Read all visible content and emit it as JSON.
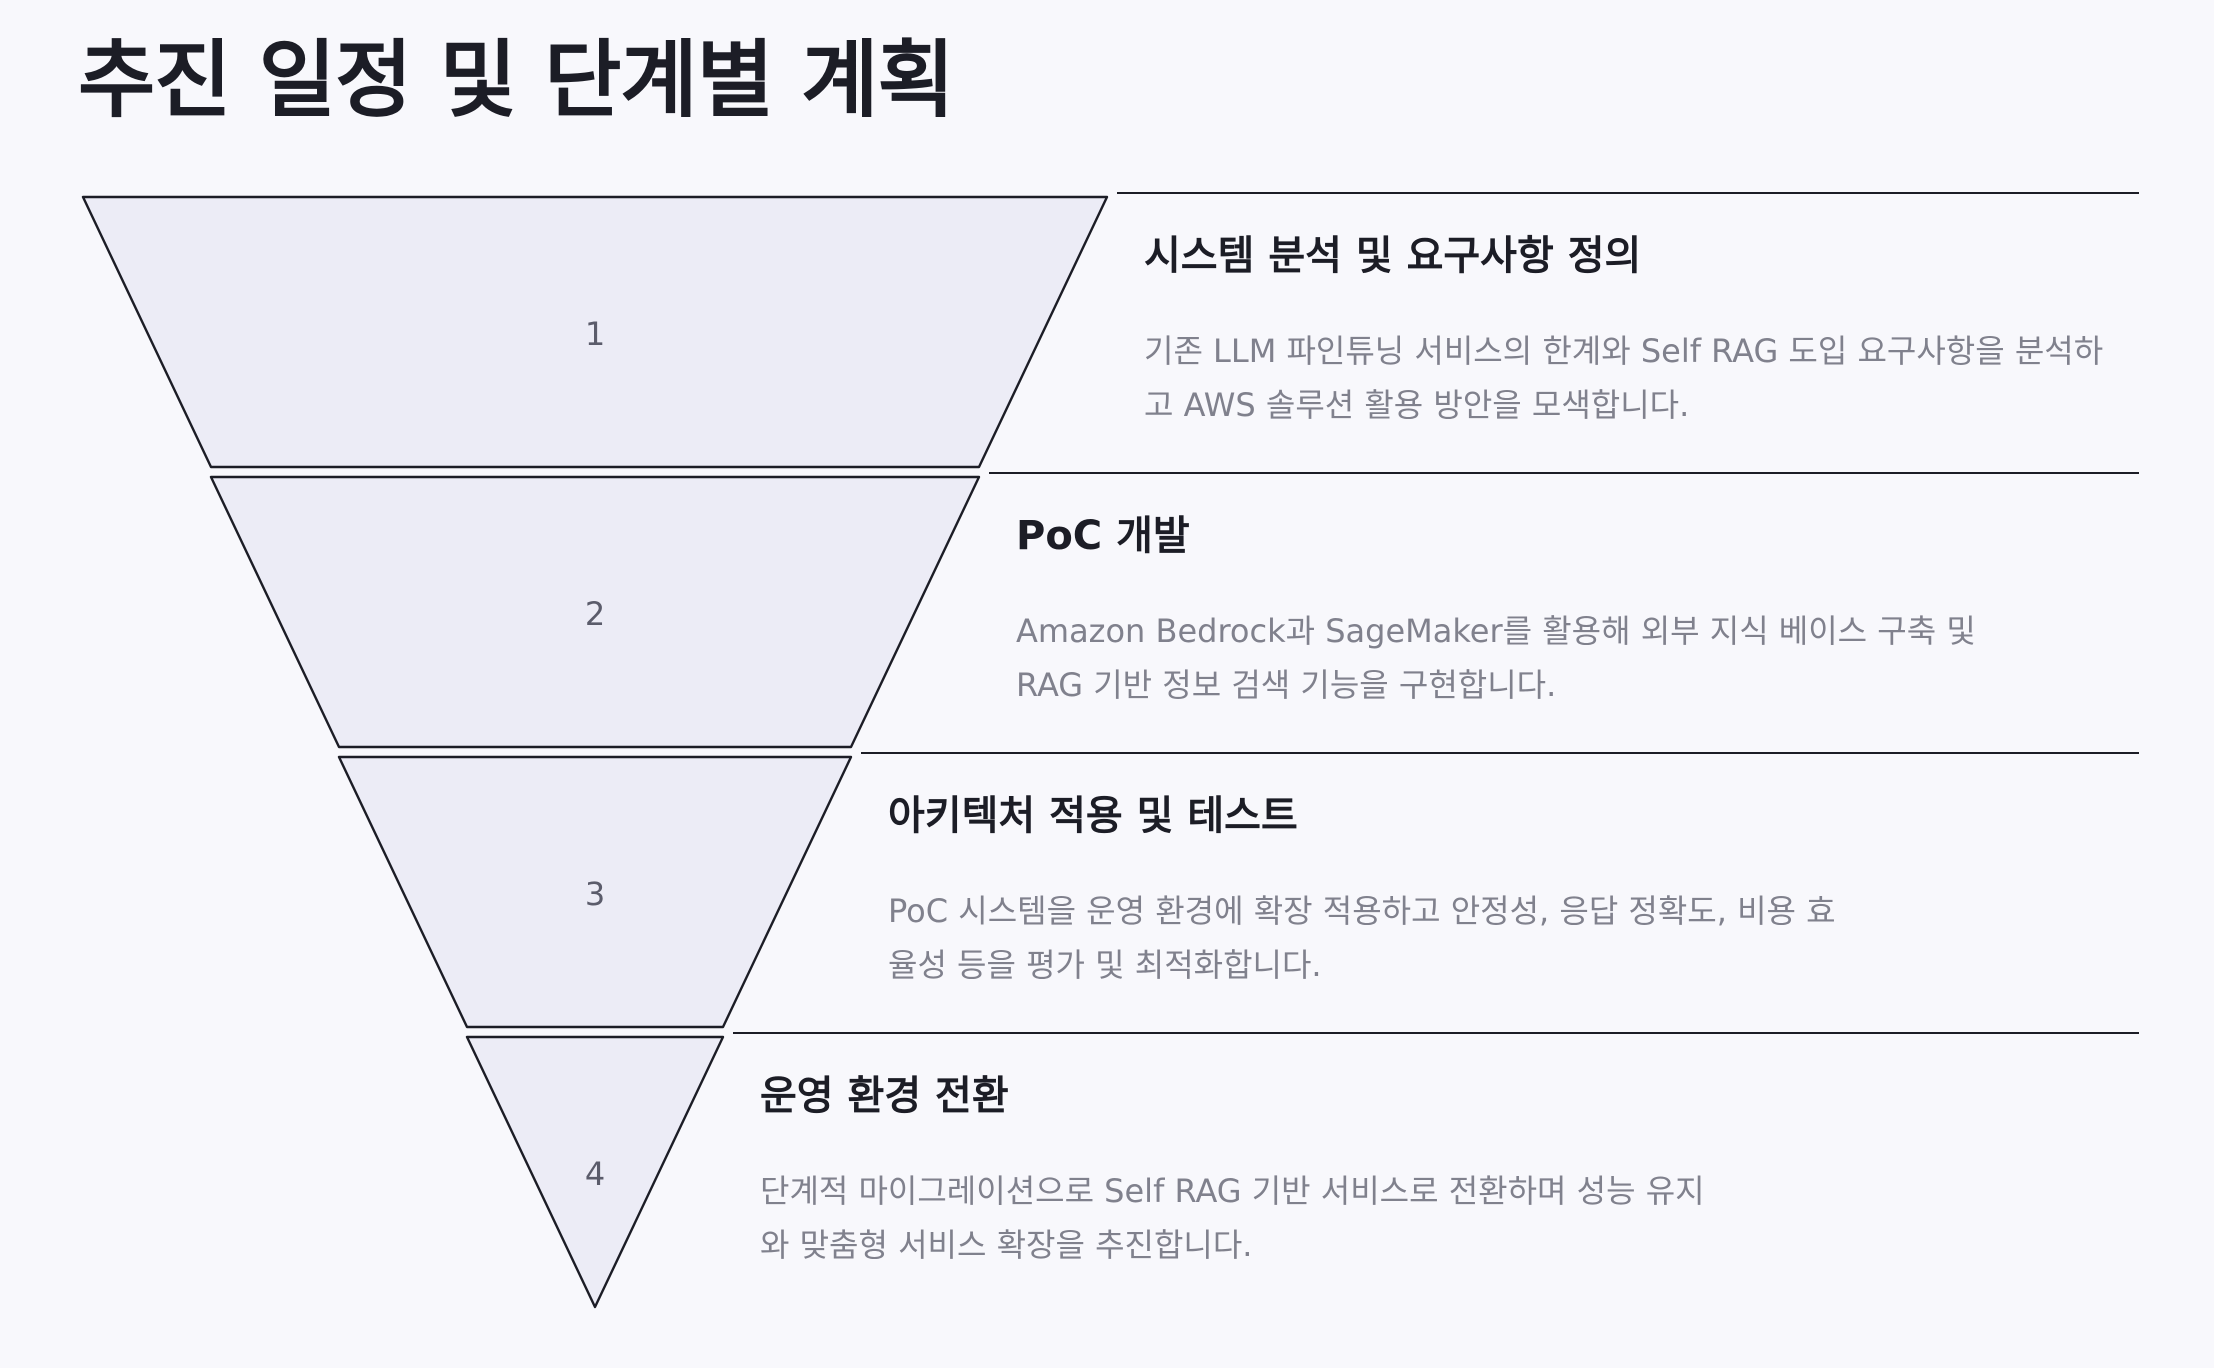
{
  "title": "추진 일정 및 단계별 계획",
  "steps": [
    {
      "number": "1",
      "heading": "시스템 분석 및 요구사항 정의",
      "description": "기존 LLM 파인튜닝 서비스의 한계와 Self RAG 도입 요구사항을 분석하고 AWS 솔루션 활용 방안을 모색합니다."
    },
    {
      "number": "2",
      "heading": "PoC 개발",
      "description": "Amazon Bedrock과 SageMaker를 활용해 외부 지식 베이스 구축 및 RAG 기반 정보 검색 기능을 구현합니다."
    },
    {
      "number": "3",
      "heading": "아키텍처 적용 및 테스트",
      "description": "PoC 시스템을 운영 환경에 확장 적용하고 안정성, 응답 정확도, 비용 효율성 등을 평가 및 최적화합니다."
    },
    {
      "number": "4",
      "heading": "운영 환경 전환",
      "description": "단계적 마이그레이션으로 Self RAG 기반 서비스로 전환하며 성능 유지와 맞춤형 서비스 확장을 추진합니다."
    }
  ],
  "colors": {
    "background": "#f8f8fc",
    "segment_fill": "#ececf6",
    "outline": "#1c1d26",
    "heading": "#1c1d26",
    "description": "#80818d",
    "number": "#5b5c6b"
  }
}
